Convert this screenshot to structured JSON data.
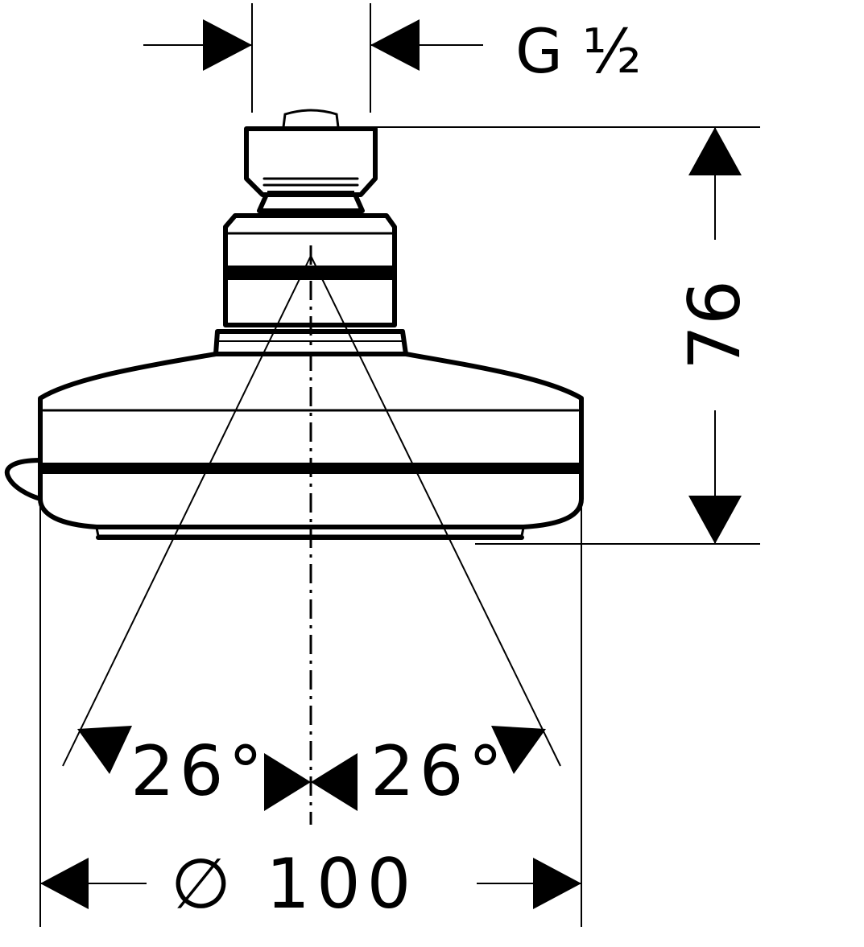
{
  "dimensions": {
    "thread": "G ½",
    "height": "76",
    "spray_angle_left": "26°",
    "spray_angle_right": "26°",
    "diameter": "∅ 100"
  },
  "colors": {
    "line": "#000000",
    "background": "#ffffff"
  }
}
